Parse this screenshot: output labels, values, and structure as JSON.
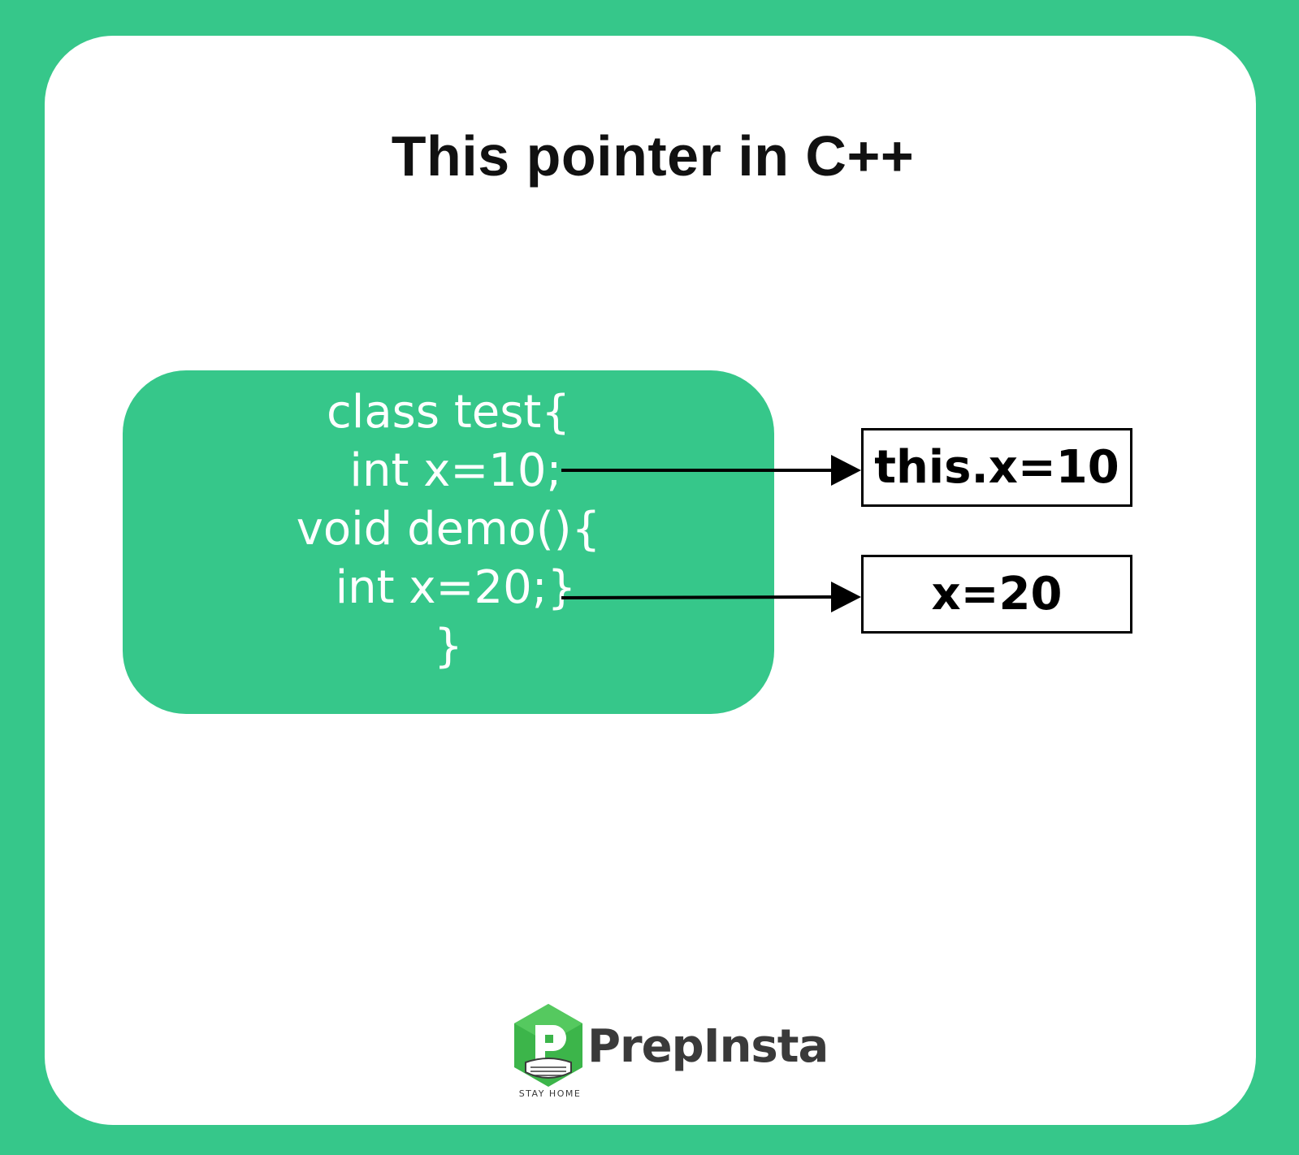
{
  "title": "This pointer in C++",
  "code_lines": [
    "class test{",
    " int x=10;",
    "void demo(){",
    " int x=20;}",
    "}"
  ],
  "pointers": [
    {
      "label": "this.x=10",
      "from_line": 1
    },
    {
      "label": "x=20",
      "from_line": 3
    }
  ],
  "logo": {
    "name": "PrepInsta",
    "tagline": "STAY HOME"
  },
  "colors": {
    "accent_green": "#36c78a",
    "text_dark": "#111111",
    "box_border": "#000000"
  }
}
